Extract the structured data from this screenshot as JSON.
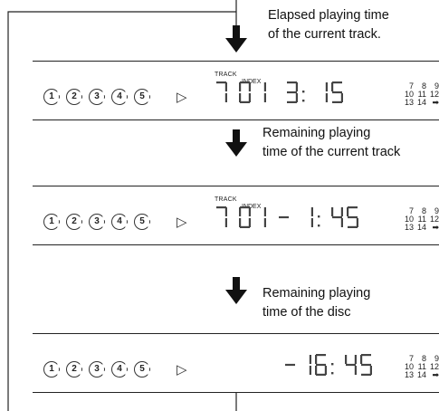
{
  "captions": [
    {
      "line1": "Elapsed playing time",
      "line2": "of the current track."
    },
    {
      "line1": "Remaining playing",
      "line2": "time of the current track"
    },
    {
      "line1": "Remaining playing",
      "line2": "time of the disc"
    }
  ],
  "panels": [
    {
      "show_track": true,
      "track_label": "TRACK",
      "index_label": "INDEX",
      "time": "7 01  3: 15"
    },
    {
      "show_track": true,
      "track_label": "TRACK",
      "index_label": "INDEX",
      "time": "7 01 - 1: 45"
    },
    {
      "show_track": false,
      "time": "-16: 45"
    }
  ],
  "discs": [
    "1",
    "2",
    "3",
    "4",
    "5"
  ],
  "play_symbol": "▷",
  "track_grid": [
    [
      "7",
      "8",
      "9"
    ],
    [
      "10",
      "11",
      "12"
    ],
    [
      "13",
      "14",
      "➡"
    ]
  ],
  "colors": {
    "segment_on": "#444444",
    "segment_off": "#c8c8c8",
    "line": "#222222"
  },
  "icons": [
    "down-arrow-icon",
    "play-icon",
    "disc-icon",
    "next-arrow-icon"
  ]
}
